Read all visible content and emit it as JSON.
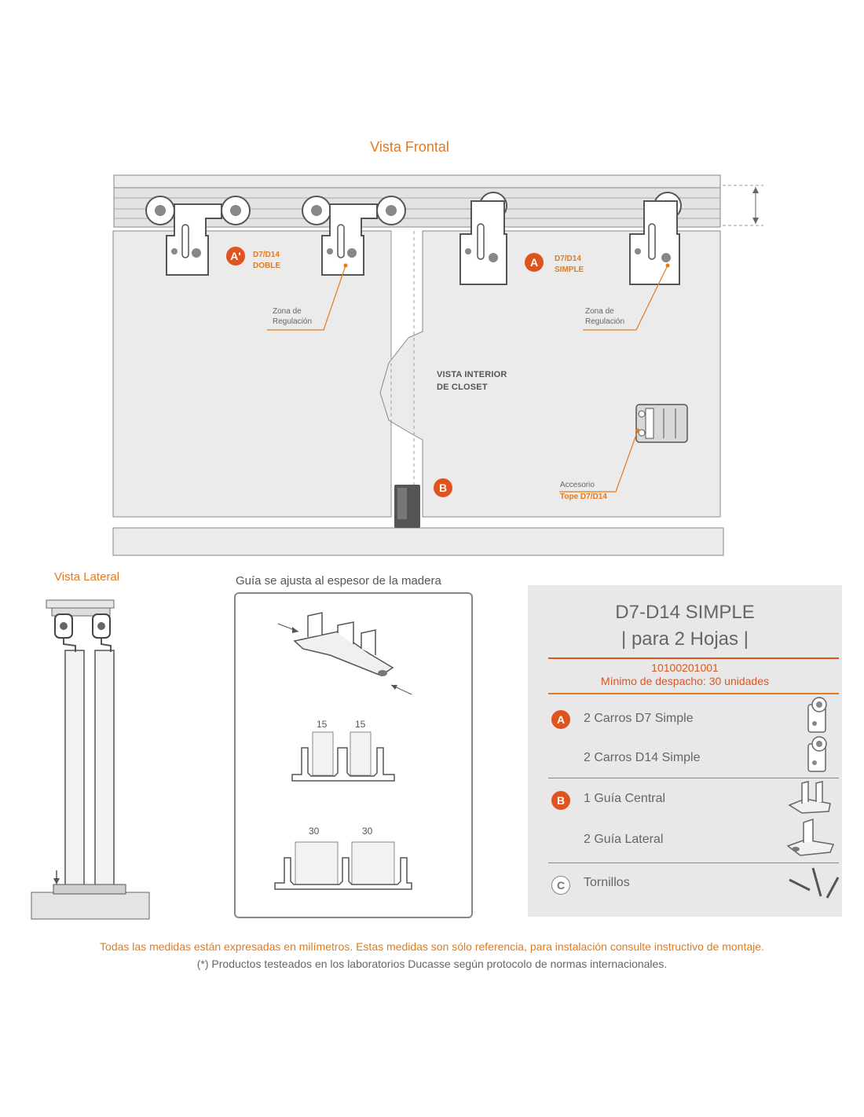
{
  "front_view": {
    "title": "Vista Frontal",
    "label_a_double_badge": "A'",
    "label_a_double_line1": "D7/D14",
    "label_a_double_line2": "DOBLE",
    "label_a_simple_badge": "A",
    "label_a_simple_line1": "D7/D14",
    "label_a_simple_line2": "SIMPLE",
    "zona_left_line1": "Zona de",
    "zona_left_line2": "Regulación",
    "zona_right_line1": "Zona de",
    "zona_right_line2": "Regulación",
    "interior_line1": "VISTA INTERIOR",
    "interior_line2": "DE CLOSET",
    "accesorio_label": "Accesorio",
    "accesorio_name": "Tope D7/D14",
    "label_b_badge": "B"
  },
  "lateral_view": {
    "title": "Vista Lateral"
  },
  "guide_view": {
    "title": "Guía se ajusta al espesor de la madera",
    "dim_15_left": "15",
    "dim_15_right": "15",
    "dim_30_left": "30",
    "dim_30_right": "30"
  },
  "product_panel": {
    "title_line1": "D7-D14 SIMPLE",
    "title_line2": "| para 2 Hojas |",
    "code": "10100201001",
    "min_order": "Mínimo de despacho: 30 unidades",
    "items": [
      {
        "badge": "A",
        "label": "2 Carros D7 Simple",
        "icon": "carriage-icon"
      },
      {
        "badge": "",
        "label": "2 Carros D14 Simple",
        "icon": "carriage-icon"
      },
      {
        "badge": "B",
        "label": "1 Guía Central",
        "icon": "central-guide-icon"
      },
      {
        "badge": "",
        "label": "2 Guía Lateral",
        "icon": "lateral-guide-icon"
      },
      {
        "badge": "C",
        "label": "Tornillos",
        "icon": "screws-icon"
      }
    ],
    "colors": {
      "accent_line": "#e0531f",
      "panel_bg": "#e8e8e9"
    }
  },
  "footer": {
    "line1": "Todas las medidas están expresadas en milímetros. Estas medidas son sólo referencia, para instalación consulte instructivo de montaje.",
    "line2": "(*) Productos testeados en los laboratorios Ducasse según protocolo de normas internacionales."
  }
}
